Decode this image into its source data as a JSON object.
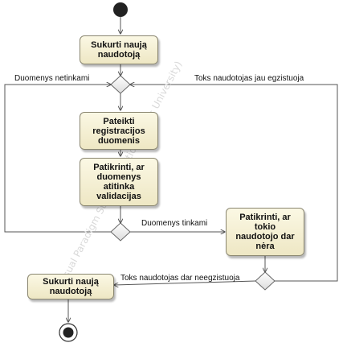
{
  "diagram": {
    "nodes": {
      "create_user": "Sukurti naują\nnaudotoją",
      "submit_data": "Pateikti\nregistracijos\nduomenis",
      "validate": "Patikrinti, ar\nduomenys\natitinka\nvalidacijas",
      "check_exists": "Patikrinti, ar\ntokio\nnaudotojo dar\nnėra",
      "create_user_final": "Sukurti naują\nnaudotoją"
    },
    "edge_labels": {
      "invalid": "Duomenys netinkami",
      "already_exists": "Toks naudotojas jau egzistuoja",
      "valid": "Duomenys tinkami",
      "not_exists": "Toks naudotojas dar neegzistuoja"
    },
    "watermark": "Visual Paradigm Standard Edition(Vilnius University)",
    "colors": {
      "node_fill_top": "#fbf8e4",
      "node_fill_bottom": "#eee7c4",
      "node_border": "#8a8670",
      "line": "#555555",
      "node_dot": "#222222"
    }
  }
}
